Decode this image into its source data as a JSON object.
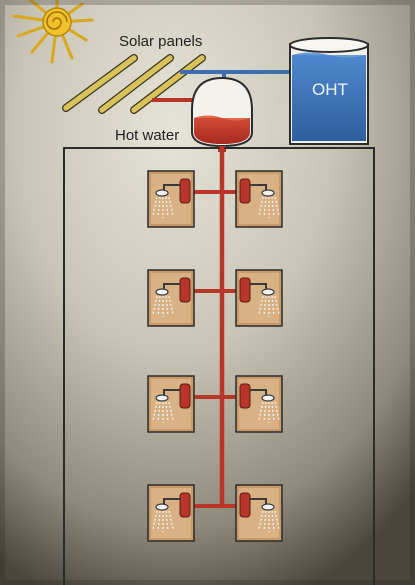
{
  "labels": {
    "solar_panels": "Solar panels",
    "hot_water": "Hot water",
    "oht": "OHT"
  },
  "colors": {
    "hot_water": "#b8352a",
    "cold_water": "#3d6fb0",
    "tank_blue": "#3f78c0",
    "panel": "#d8c25a",
    "sun": "#e0b020",
    "bathroom": "#c79a6a"
  },
  "icons": {
    "sun": "sun-icon",
    "shower": "shower-icon",
    "geyser": "water-heater-icon"
  },
  "building": {
    "floors": 4,
    "bathrooms_per_floor": 2
  }
}
